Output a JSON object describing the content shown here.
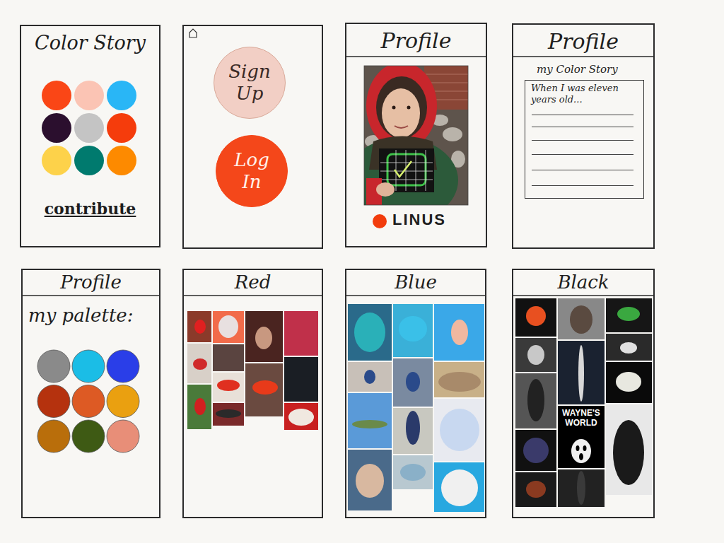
{
  "diagram": {
    "nodes": [
      {
        "text": [
          "Color Story",
          "contribute"
        ]
      },
      {
        "text": []
      },
      {
        "text": [
          "Sign Up"
        ],
        "in": 1
      },
      {
        "text": [
          "Log In"
        ],
        "in": 1
      },
      {
        "text": [
          "Profile",
          "LINUS"
        ]
      },
      {
        "text": [
          "Profile"
        ]
      },
      {
        "text": [
          "my Color Story",
          "When I was eleven years old..."
        ],
        "in": 5
      },
      {
        "text": [
          "Profile",
          "my palette:"
        ]
      },
      {
        "text": [
          "Red"
        ]
      },
      {
        "text": [
          "Blue"
        ]
      },
      {
        "text": [
          "Black"
        ]
      }
    ],
    "labels": [
      "WAYNE'S WORLD"
    ]
  }
}
